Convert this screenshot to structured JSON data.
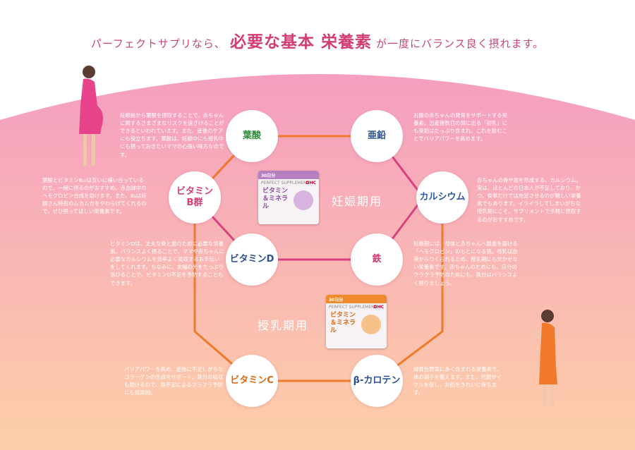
{
  "headline": {
    "pre": "パーフェクトサプリなら、",
    "emphasis": "必要な基本 栄養素",
    "post": "が一度にバランス良く摂れます。"
  },
  "colors": {
    "bg_top": "#f59ec0",
    "bg_bottom": "#fdcfa8",
    "pregnancy_line": "#d9417e",
    "lactation_line": "#f07a2a",
    "accent": "#d43c74"
  },
  "periods": {
    "pregnancy": "妊娠期用",
    "lactation": "授乳期用"
  },
  "nutrients": {
    "folic": "葉酸",
    "zinc": "亜鉛",
    "vitb_line1": "ビタミン",
    "vitb_line2": "B群",
    "calcium": "カルシウム",
    "vitd": "ビタミンD",
    "iron": "鉄",
    "vitc": "ビタミンC",
    "carotene": "β-カロテン"
  },
  "descriptions": {
    "folic": "妊娠前から葉酸を摂取することで、赤ちゃんに関するさまざまなリスクを遠ざけることができるといわれています。また、産後のケアにも役立ちます。葉酸は、妊娠中にも授乳中にも摂っておきたいママの心強い味方なのです。",
    "zinc": "お腹の赤ちゃんの発育をサポートする栄養素。出産後数日の間に出る「初乳」にも亜鉛はたっぷり含まれ、これを飲むことでバリアパワーを高めます。",
    "vitb": "葉酸とビタミンB₁₂は互いに補い合っているので、一緒に摂るのがおすすめ。赤血球中のヘモグロビン合成を助けます。また、B₆は妊婦さん特有のムカムカをやわらげてくれるので、ぜひ摂ってほしい栄養素です。",
    "calcium": "赤ちゃんの骨や歯を形成する、カルシウム。実は、ほとんどの日本人が不足しており、かつ、食事だけでは充足させるのが難しい栄養素でもあります。イライラしてしまいがちな授乳期にこそ、サプリメントで手軽に摂取するのがおすすめです。",
    "vitd": "ビタミンDは、丈夫な骨と歯のために必要な栄養素。バランスよく摂ることで、ママや赤ちゃんに必要なカルシウムを効率よく吸収するお手伝いをしてくれます。ちなみに、太陽の光をたっぷり浴びることで、ビタミンD不足を予防することもできます。",
    "iron": "妊娠期には、母体と赤ちゃんへ酸素を届ける「ヘモグロビン」のもとになる鉄。母乳は血液からつくられるため、授乳期にも欠かせない栄養素です。赤ちゃんのためにも、自分のクラクラ予防のためにも、鉄分はバランスよく摂りましょう。",
    "vitc": "バリアパワーを高め、産後に不足しがちなコラーゲンの生成をサポート。鉄分の吸収も助けるので、鉄不足によるフラフラ予防にも効果的。",
    "carotene": "緑黄色野菜に多く含まれる栄養素で、体の調子を整えます。また、代謝サイクルを促し、お肌をきれいに保ちます。"
  },
  "products": {
    "pregnancy": {
      "days": "30日分",
      "brand": "PERFECT SUPPLEMENT",
      "name": "ビタミン＆ミネラル",
      "maker": "DHC",
      "color": "#c7a3cf"
    },
    "lactation": {
      "days": "30日分",
      "brand": "PERFECT SUPPLEMENT",
      "name": "ビタミン＆ミネラル",
      "maker": "DHC",
      "color": "#f0a04a"
    }
  }
}
